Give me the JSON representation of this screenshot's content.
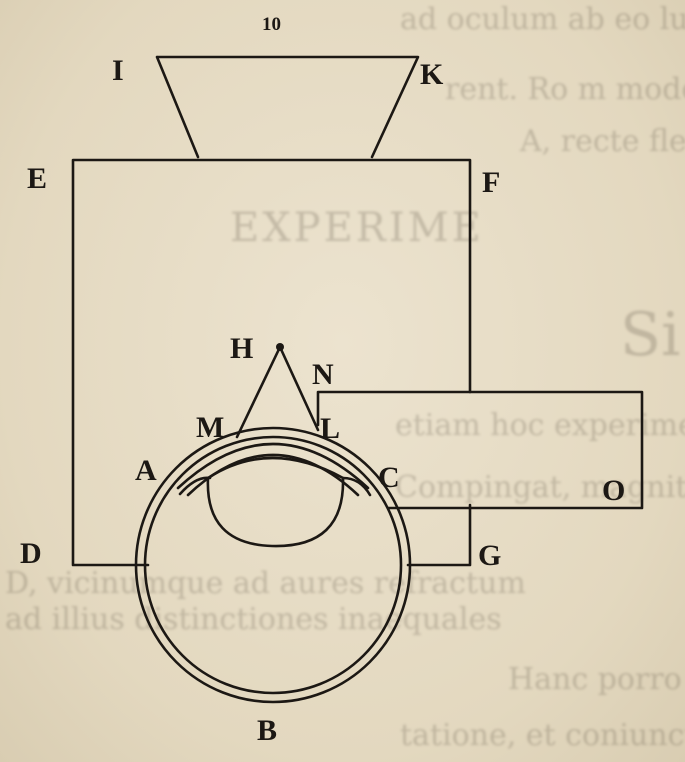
{
  "page": {
    "number": "10",
    "bleed_through": [
      "ad oculum ab eo luminis r p",
      "rent. Ro m mode radii p",
      "A, recte flecti in partes A",
      "EXPERIME",
      "Si porro adhuc si duo obje",
      "etiam hoc experimento lumine",
      "Compingat, magnitudinem",
      "D, vicinumque ad aures refractum",
      "ad illius distinctiones inaequales",
      "Hanc porro",
      "tatione, et coniunctis ex eis"
    ]
  },
  "diagram": {
    "labels": {
      "I": "I",
      "K": "K",
      "E": "E",
      "F": "F",
      "H": "H",
      "N": "N",
      "M": "M",
      "L": "L",
      "A": "A",
      "C": "C",
      "O": "O",
      "D": "D",
      "G": "G",
      "B": "B"
    }
  }
}
